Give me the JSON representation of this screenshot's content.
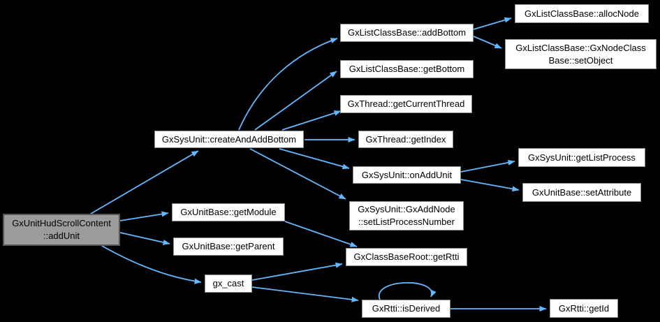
{
  "diagram": {
    "type": "call-graph",
    "background_color": "#000000",
    "edge_color": "#63B8FF",
    "node_fill": "#FFFFFF",
    "node_border": "#8C8C8C",
    "main_node_fill": "#9C9C9C",
    "nodes": [
      {
        "id": "addUnit",
        "label": "GxUnitHudScrollContent\n::addUnit",
        "main": true
      },
      {
        "id": "createAndAddBottom",
        "label": "GxSysUnit::createAndAddBottom"
      },
      {
        "id": "getModule",
        "label": "GxUnitBase::getModule"
      },
      {
        "id": "getParent",
        "label": "GxUnitBase::getParent"
      },
      {
        "id": "gxCast",
        "label": "gx_cast"
      },
      {
        "id": "addBottom",
        "label": "GxListClassBase::addBottom"
      },
      {
        "id": "getBottom",
        "label": "GxListClassBase::getBottom"
      },
      {
        "id": "getCurrentThread",
        "label": "GxThread::getCurrentThread"
      },
      {
        "id": "getIndex",
        "label": "GxThread::getIndex"
      },
      {
        "id": "onAddUnit",
        "label": "GxSysUnit::onAddUnit"
      },
      {
        "id": "setListProcessNumber",
        "label": "GxSysUnit::GxAddNode\n::setListProcessNumber"
      },
      {
        "id": "getRtti",
        "label": "GxClassBaseRoot::getRtti"
      },
      {
        "id": "isDerived",
        "label": "GxRtti::isDerived"
      },
      {
        "id": "getId",
        "label": "GxRtti::getId"
      },
      {
        "id": "allocNode",
        "label": "GxListClassBase::allocNode"
      },
      {
        "id": "setObject",
        "label": "GxListClassBase::GxNodeClass\nBase::setObject"
      },
      {
        "id": "getListProcess",
        "label": "GxSysUnit::getListProcess"
      },
      {
        "id": "setAttribute",
        "label": "GxUnitBase::setAttribute"
      }
    ],
    "edges": [
      {
        "from": "addUnit",
        "to": "createAndAddBottom"
      },
      {
        "from": "addUnit",
        "to": "getModule"
      },
      {
        "from": "addUnit",
        "to": "getParent"
      },
      {
        "from": "addUnit",
        "to": "gxCast"
      },
      {
        "from": "createAndAddBottom",
        "to": "addBottom"
      },
      {
        "from": "createAndAddBottom",
        "to": "getBottom"
      },
      {
        "from": "createAndAddBottom",
        "to": "getCurrentThread"
      },
      {
        "from": "createAndAddBottom",
        "to": "getIndex"
      },
      {
        "from": "createAndAddBottom",
        "to": "onAddUnit"
      },
      {
        "from": "createAndAddBottom",
        "to": "setListProcessNumber"
      },
      {
        "from": "addBottom",
        "to": "allocNode"
      },
      {
        "from": "addBottom",
        "to": "setObject"
      },
      {
        "from": "onAddUnit",
        "to": "getListProcess"
      },
      {
        "from": "onAddUnit",
        "to": "setAttribute"
      },
      {
        "from": "getModule",
        "to": "getRtti"
      },
      {
        "from": "gxCast",
        "to": "getRtti"
      },
      {
        "from": "gxCast",
        "to": "isDerived"
      },
      {
        "from": "isDerived",
        "to": "isDerived"
      },
      {
        "from": "isDerived",
        "to": "getId"
      }
    ]
  }
}
